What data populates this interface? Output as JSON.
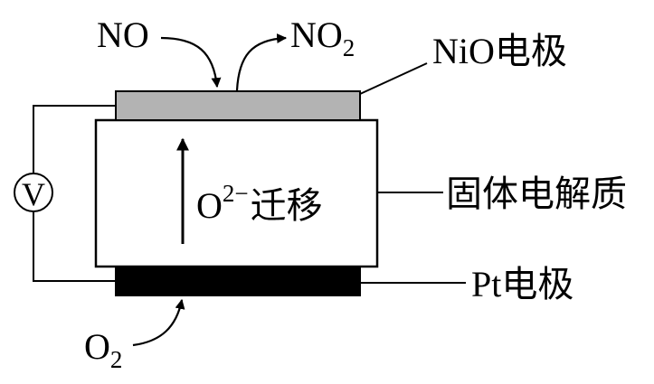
{
  "gas_in_top": {
    "base": "NO"
  },
  "gas_out_top": {
    "base": "NO",
    "sub": "2"
  },
  "gas_in_bottom": {
    "base": "O",
    "sub": "2"
  },
  "electrolyte_ion": {
    "base": "O",
    "sup": "2−",
    "text": "迁移"
  },
  "labels": {
    "nio_electrode": "NiO电极",
    "electrolyte": "固体电解质",
    "pt_electrode": "Pt电极"
  },
  "meter": {
    "symbol": "V"
  },
  "colors": {
    "nio_fill": "#b3b3b3",
    "pt_fill": "#000000",
    "line": "#000000",
    "background": "#ffffff"
  }
}
